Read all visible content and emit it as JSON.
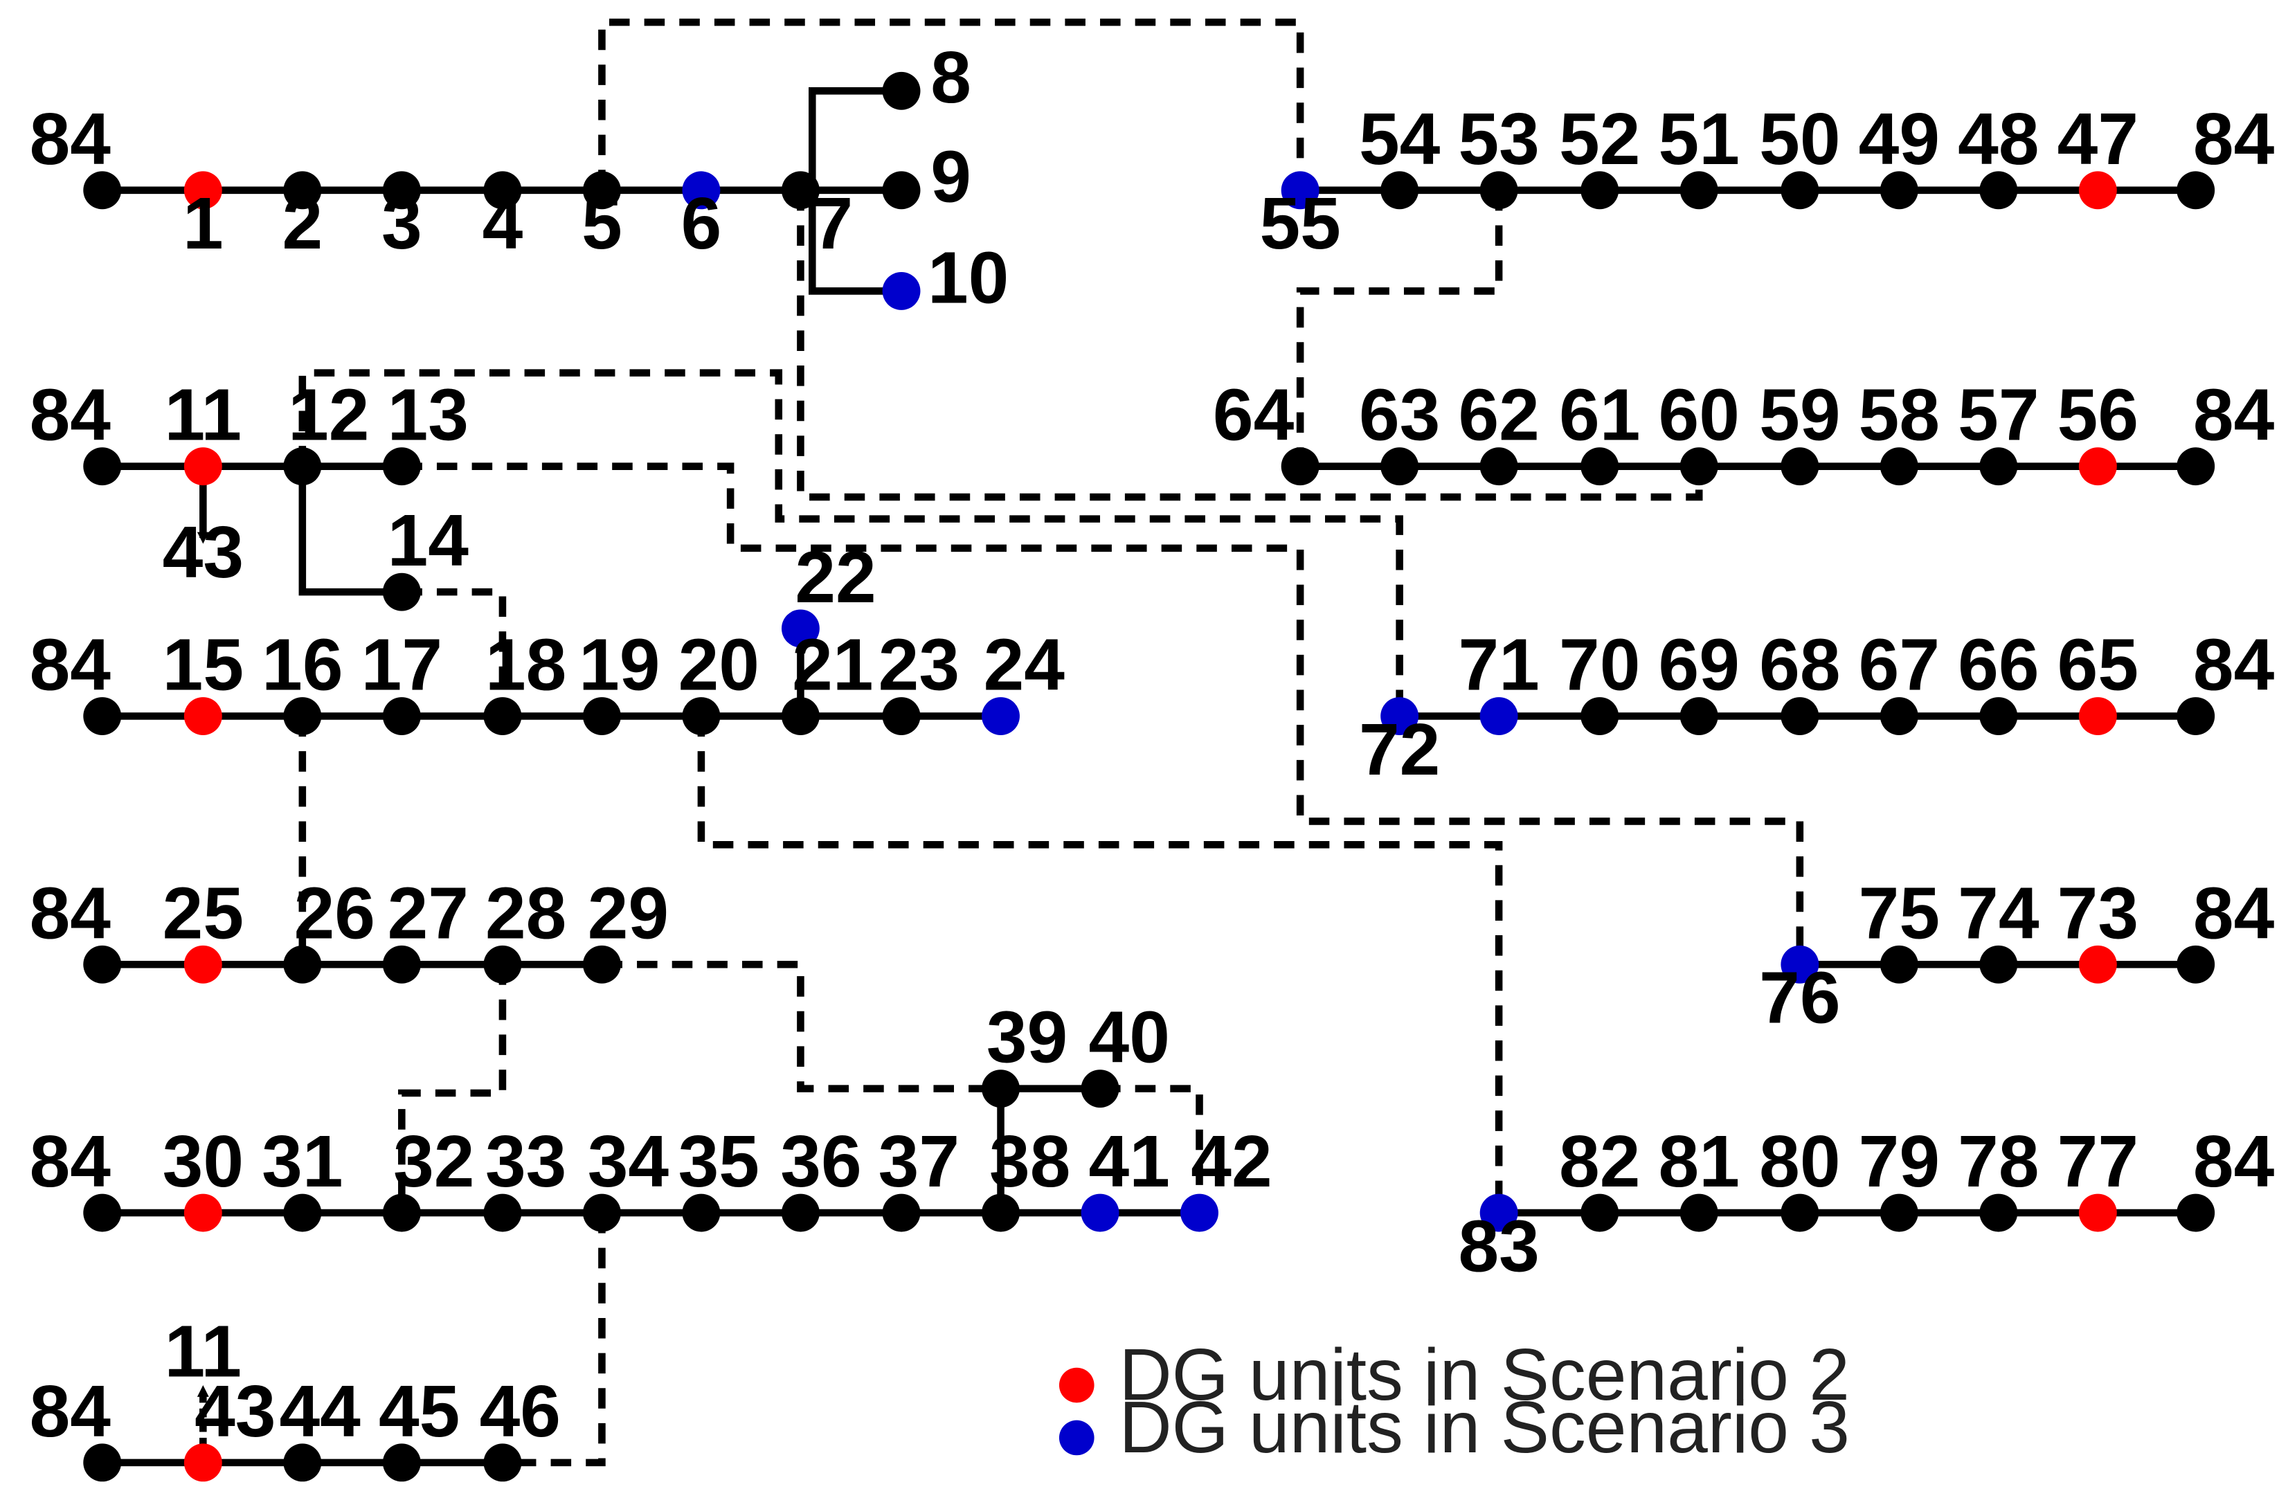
{
  "colors": {
    "red": "#ff0000",
    "blue": "#0000cc",
    "black": "#000000"
  },
  "legend": {
    "red_label": "DG units in Scenario 2",
    "blue_label": "DG units in Scenario 3"
  },
  "arrow_labels": {
    "from_11": "43",
    "from_43": "11"
  },
  "nodes": [
    {
      "id": "84",
      "c": "black"
    },
    {
      "id": "1",
      "c": "red"
    },
    {
      "id": "2",
      "c": "black"
    },
    {
      "id": "3",
      "c": "black"
    },
    {
      "id": "4",
      "c": "black"
    },
    {
      "id": "5",
      "c": "black"
    },
    {
      "id": "6",
      "c": "blue"
    },
    {
      "id": "7",
      "c": "black"
    },
    {
      "id": "8",
      "c": "black"
    },
    {
      "id": "9",
      "c": "black"
    },
    {
      "id": "10",
      "c": "blue"
    },
    {
      "id": "84",
      "c": "black"
    },
    {
      "id": "11",
      "c": "red"
    },
    {
      "id": "12",
      "c": "black"
    },
    {
      "id": "13",
      "c": "black"
    },
    {
      "id": "14",
      "c": "black"
    },
    {
      "id": "84",
      "c": "black"
    },
    {
      "id": "15",
      "c": "red"
    },
    {
      "id": "16",
      "c": "black"
    },
    {
      "id": "17",
      "c": "black"
    },
    {
      "id": "18",
      "c": "black"
    },
    {
      "id": "19",
      "c": "black"
    },
    {
      "id": "20",
      "c": "black"
    },
    {
      "id": "21",
      "c": "black"
    },
    {
      "id": "22",
      "c": "blue"
    },
    {
      "id": "23",
      "c": "black"
    },
    {
      "id": "24",
      "c": "blue"
    },
    {
      "id": "84",
      "c": "black"
    },
    {
      "id": "25",
      "c": "red"
    },
    {
      "id": "26",
      "c": "black"
    },
    {
      "id": "27",
      "c": "black"
    },
    {
      "id": "28",
      "c": "black"
    },
    {
      "id": "29",
      "c": "black"
    },
    {
      "id": "84",
      "c": "black"
    },
    {
      "id": "30",
      "c": "red"
    },
    {
      "id": "31",
      "c": "black"
    },
    {
      "id": "32",
      "c": "black"
    },
    {
      "id": "33",
      "c": "black"
    },
    {
      "id": "34",
      "c": "black"
    },
    {
      "id": "35",
      "c": "black"
    },
    {
      "id": "36",
      "c": "black"
    },
    {
      "id": "37",
      "c": "black"
    },
    {
      "id": "38",
      "c": "black"
    },
    {
      "id": "39",
      "c": "black"
    },
    {
      "id": "40",
      "c": "black"
    },
    {
      "id": "41",
      "c": "blue"
    },
    {
      "id": "42",
      "c": "blue"
    },
    {
      "id": "84",
      "c": "black"
    },
    {
      "id": "43",
      "c": "red"
    },
    {
      "id": "44",
      "c": "black"
    },
    {
      "id": "45",
      "c": "black"
    },
    {
      "id": "46",
      "c": "black"
    },
    {
      "id": "55",
      "c": "blue"
    },
    {
      "id": "54",
      "c": "black"
    },
    {
      "id": "53",
      "c": "black"
    },
    {
      "id": "52",
      "c": "black"
    },
    {
      "id": "51",
      "c": "black"
    },
    {
      "id": "50",
      "c": "black"
    },
    {
      "id": "49",
      "c": "black"
    },
    {
      "id": "48",
      "c": "black"
    },
    {
      "id": "47",
      "c": "red"
    },
    {
      "id": "84",
      "c": "black"
    },
    {
      "id": "64",
      "c": "black"
    },
    {
      "id": "63",
      "c": "black"
    },
    {
      "id": "62",
      "c": "black"
    },
    {
      "id": "61",
      "c": "black"
    },
    {
      "id": "60",
      "c": "black"
    },
    {
      "id": "59",
      "c": "black"
    },
    {
      "id": "58",
      "c": "black"
    },
    {
      "id": "57",
      "c": "black"
    },
    {
      "id": "56",
      "c": "red"
    },
    {
      "id": "84",
      "c": "black"
    },
    {
      "id": "72",
      "c": "blue"
    },
    {
      "id": "71",
      "c": "blue"
    },
    {
      "id": "70",
      "c": "black"
    },
    {
      "id": "69",
      "c": "black"
    },
    {
      "id": "68",
      "c": "black"
    },
    {
      "id": "67",
      "c": "black"
    },
    {
      "id": "66",
      "c": "black"
    },
    {
      "id": "65",
      "c": "red"
    },
    {
      "id": "84",
      "c": "black"
    },
    {
      "id": "76",
      "c": "blue"
    },
    {
      "id": "75",
      "c": "black"
    },
    {
      "id": "74",
      "c": "black"
    },
    {
      "id": "73",
      "c": "red"
    },
    {
      "id": "84",
      "c": "black"
    },
    {
      "id": "83",
      "c": "blue"
    },
    {
      "id": "82",
      "c": "black"
    },
    {
      "id": "81",
      "c": "black"
    },
    {
      "id": "80",
      "c": "black"
    },
    {
      "id": "79",
      "c": "black"
    },
    {
      "id": "78",
      "c": "black"
    },
    {
      "id": "77",
      "c": "red"
    },
    {
      "id": "84",
      "c": "black"
    }
  ]
}
